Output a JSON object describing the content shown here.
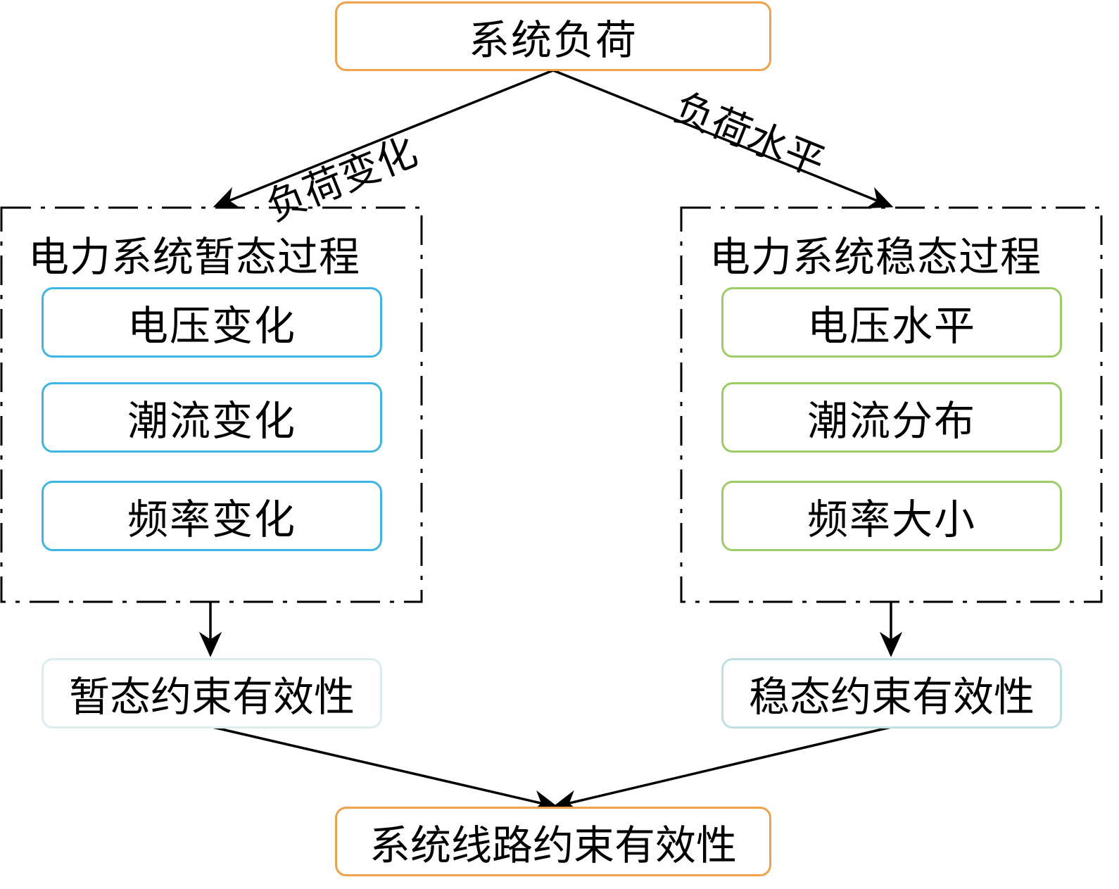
{
  "diagram": {
    "top_node": {
      "label": "系统负荷",
      "border_color": "#f0a24a"
    },
    "edges": {
      "left_label": "负荷变化",
      "right_label": "负荷水平"
    },
    "left_group": {
      "title": "电力系统暂态过程",
      "border_style": "dash-dot",
      "item_border_color": "#3db6e4",
      "items": [
        {
          "label": "电压变化"
        },
        {
          "label": "潮流变化"
        },
        {
          "label": "频率变化"
        }
      ]
    },
    "right_group": {
      "title": "电力系统稳态过程",
      "border_style": "dash-dot",
      "item_border_color": "#9ccc65",
      "items": [
        {
          "label": "电压水平"
        },
        {
          "label": "潮流分布"
        },
        {
          "label": "频率大小"
        }
      ]
    },
    "left_output": {
      "label": "暂态约束有效性",
      "border_color": "#dcedf0"
    },
    "right_output": {
      "label": "稳态约束有效性",
      "border_color": "#bfdfe3"
    },
    "bottom_node": {
      "label": "系统线路约束有效性",
      "border_color": "#f0a24a"
    }
  }
}
